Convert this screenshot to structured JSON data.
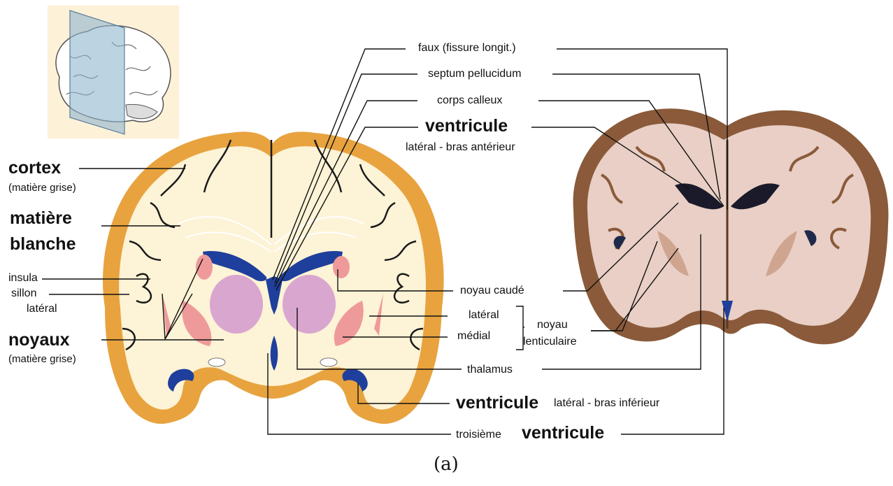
{
  "caption": "(a)",
  "labels": {
    "faux": "faux (fissure longit.)",
    "septum": "septum pellucidum",
    "corps": "corps calleux",
    "ventricule_ant_title": "ventricule",
    "ventricule_ant_sub": "latéral - bras antérieur",
    "cortex_title": "cortex",
    "cortex_sub": "(matière grise)",
    "matiere_line1": "matière",
    "matiere_line2": "blanche",
    "insula": "insula",
    "sillon_line1": "sillon",
    "sillon_line2": "latéral",
    "noyaux_title": "noyaux",
    "noyaux_sub": "(matière grise)",
    "noyau_caude": "noyau caudé",
    "lateral": "latéral",
    "medial": "médial",
    "noyau_lent_line1": "noyau",
    "noyau_lent_line2": "lenticulaire",
    "thalamus": "thalamus",
    "ventricule_inf_title": "ventricule",
    "ventricule_inf_sub": "latéral - bras inférieur",
    "troisieme_prefix": "troisième",
    "troisieme_title": "ventricule"
  },
  "colors": {
    "cortex": "#e8a33f",
    "white_matter": "#fdf3d6",
    "ventricle": "#1f3f9c",
    "caudate_putamen": "#ef9a9a",
    "thalamus": "#d9a6d0",
    "photo_tissue": "#e9cfc5",
    "photo_grey": "#8a5a3a",
    "inset_bg": "#fdf1d8",
    "inset_plane": "#8fb5cf"
  },
  "icons": {
    "inset": "brain-plane-icon",
    "diagram": "coronal-section-diagram",
    "photo": "coronal-section-photo"
  }
}
